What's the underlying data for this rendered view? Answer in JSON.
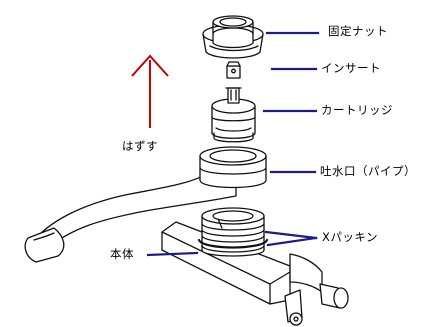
{
  "labels": {
    "fixing_nut": "固定ナット",
    "insert": "インサート",
    "cartridge": "カートリッジ",
    "spout": "吐水口（パイプ）",
    "x_packing": "Xパッキン",
    "body": "本体",
    "remove": "はずす"
  },
  "colors": {
    "background": "#ffffff",
    "line_art": "#111111",
    "leader_lines": "#1b1b8a",
    "arrow": "#c80000",
    "label_text": "#000000"
  },
  "icons": {
    "direction": "arrow-up-icon"
  }
}
